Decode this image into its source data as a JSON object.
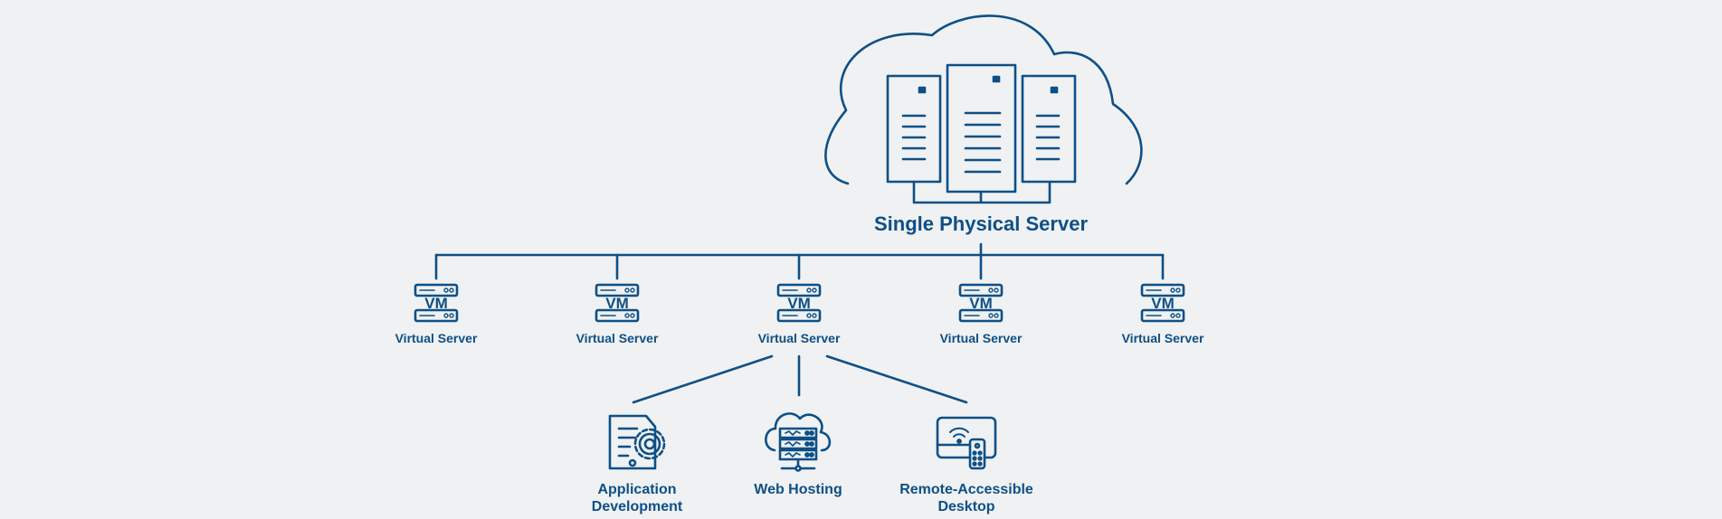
{
  "colors": {
    "primary": "#0e4f86",
    "background": "#eff1f2"
  },
  "main_server": {
    "label": "Single Physical Server",
    "icon": "server-rack-cloud-icon"
  },
  "virtual_servers": [
    {
      "label": "Virtual Server",
      "badge": "VM",
      "icon": "vm-server-icon"
    },
    {
      "label": "Virtual Server",
      "badge": "VM",
      "icon": "vm-server-icon"
    },
    {
      "label": "Virtual Server",
      "badge": "VM",
      "icon": "vm-server-icon"
    },
    {
      "label": "Virtual Server",
      "badge": "VM",
      "icon": "vm-server-icon"
    },
    {
      "label": "Virtual Server",
      "badge": "VM",
      "icon": "vm-server-icon"
    }
  ],
  "use_cases": [
    {
      "lines": [
        "Application",
        "Development"
      ],
      "icon": "document-gear-icon"
    },
    {
      "lines": [
        "Web Hosting"
      ],
      "icon": "cloud-server-icon"
    },
    {
      "lines": [
        "Remote-Accessible",
        "Desktop"
      ],
      "icon": "monitor-remote-icon"
    }
  ]
}
